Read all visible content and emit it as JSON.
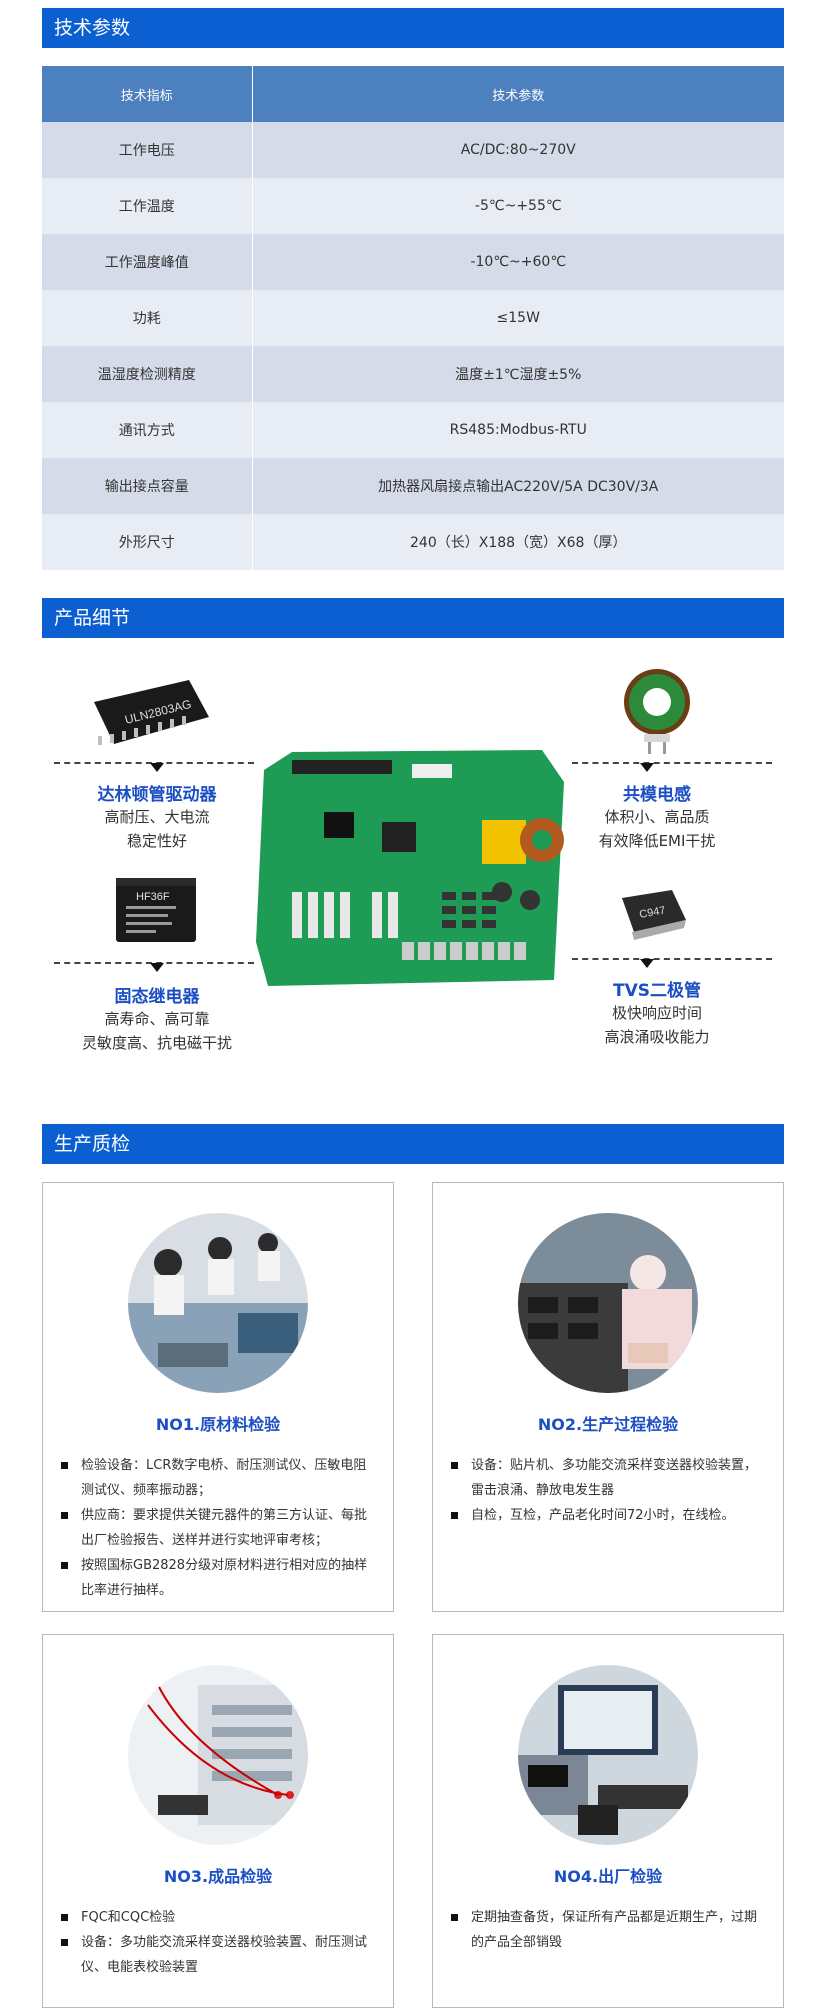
{
  "sections": {
    "specs_title": "技术参数",
    "detail_title": "产品细节",
    "qc_title": "生产质检"
  },
  "spec_table": {
    "header": [
      "技术指标",
      "技术参数"
    ],
    "rows": [
      [
        "工作电压",
        "AC/DC:80~270V"
      ],
      [
        "工作温度",
        "-5℃~+55℃"
      ],
      [
        "工作温度峰值",
        "-10℃~+60℃"
      ],
      [
        "功耗",
        "≤15W"
      ],
      [
        "温湿度检测精度",
        "温度±1℃湿度±5%"
      ],
      [
        "通讯方式",
        "RS485:Modbus-RTU"
      ],
      [
        "输出接点容量",
        "加热器风扇接点输出AC220V/5A    DC30V/3A"
      ],
      [
        "外形尺寸",
        "240（长）X188（宽）X68（厚）"
      ]
    ]
  },
  "components": {
    "c1": {
      "name": "达林顿管驱动器",
      "desc1": "高耐压、大电流",
      "desc2": "稳定性好",
      "chip_text": "ULN2803AG"
    },
    "c2": {
      "name": "固态继电器",
      "desc1": "高寿命、高可靠",
      "desc2": "灵敏度高、抗电磁干扰",
      "chip_text": "HF36F"
    },
    "c3": {
      "name": "共模电感",
      "desc1": "体积小、高品质",
      "desc2": "有效降低EMI干扰"
    },
    "c4": {
      "name": "TVS二极管",
      "desc1": "极快响应时间",
      "desc2": "高浪涌吸收能力",
      "chip_text": "C947"
    }
  },
  "qc": [
    {
      "title": "NO1.原材料检验",
      "items": [
        "检验设备：LCR数字电桥、耐压测试仪、压敏电阻测试仪、频率振动器；",
        "供应商：要求提供关键元器件的第三方认证、每批出厂检验报告、送样并进行实地评审考核；",
        "按照国标GB2828分级对原材料进行相对应的抽样比率进行抽样。"
      ]
    },
    {
      "title": "NO2.生产过程检验",
      "items": [
        "设备：贴片机、多功能交流采样变送器校验装置，雷击浪涌、静放电发生器",
        "自检，互检，产品老化时间72小时，在线检。"
      ]
    },
    {
      "title": "NO3.成品检验",
      "items": [
        "FQC和CQC检验",
        "设备：多功能交流采样变送器校验装置、耐压测试仪、电能表校验装置"
      ]
    },
    {
      "title": "NO4.出厂检验",
      "items": [
        "定期抽查备货，保证所有产品都是近期生产，过期的产品全部销毁"
      ]
    }
  ]
}
